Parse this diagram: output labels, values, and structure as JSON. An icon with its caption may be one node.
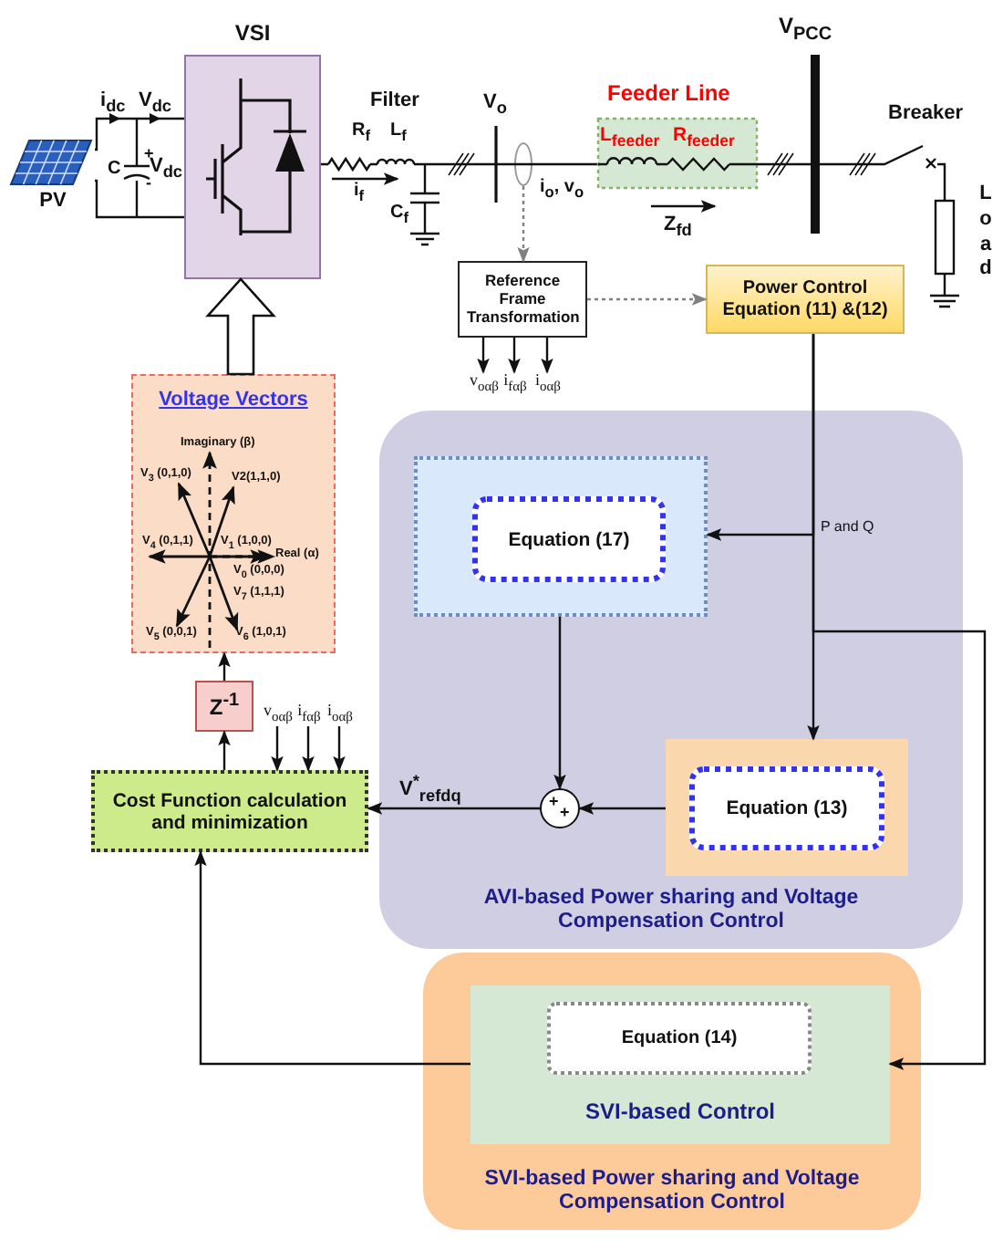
{
  "diagram": {
    "nodes": [
      {
        "text": [
          "PV"
        ]
      },
      {
        "text": [
          "VSI"
        ]
      },
      {
        "text": [
          "Reference Frame Transformation"
        ]
      },
      {
        "text": [
          "Power Control Equation (11) &(12)"
        ]
      },
      {
        "text": [
          "Voltage Vectors"
        ]
      },
      {
        "text": [
          "Z$^{-1}$"
        ]
      },
      {
        "text": [
          "Cost Function calculation and minimization"
        ]
      },
      {
        "text": [
          "AVI-based Power sharing and Voltage Compensation Control"
        ]
      },
      {
        "text": [],
        "shape": "box",
        "in": 7
      },
      {
        "text": [
          "Equation (17)"
        ],
        "in": 8
      },
      {
        "text": [
          "+",
          "+"
        ],
        "in": 7
      },
      {
        "text": [],
        "shape": "box",
        "in": 7
      },
      {
        "text": [
          "Equation (13)"
        ],
        "in": 11
      },
      {
        "text": [
          "SVI-based Power sharing and Voltage Compensation Control"
        ]
      },
      {
        "text": [
          "SVI-based Control"
        ],
        "in": 13
      },
      {
        "text": [
          "Equation (14)"
        ],
        "in": 14
      },
      {
        "text": [],
        "shape": "circle"
      },
      {
        "text": [
          "v$_{oαβ}$"
        ]
      },
      {
        "text": [
          "i$_{fαβ}$"
        ]
      },
      {
        "text": [
          "i$_{oαβ}$"
        ]
      },
      {
        "text": [
          "v$_{oαβ}$"
        ]
      },
      {
        "text": [
          "i$_{fαβ}$"
        ]
      },
      {
        "text": [
          "i$_{oαβ}$"
        ]
      }
    ],
    "edges": [
      {
        "from": 16,
        "to": 2,
        "arrow": "to",
        "style": "dashed",
        "color": "#808080"
      },
      {
        "from": 2,
        "to": 3,
        "arrow": "to",
        "style": "dashed",
        "color": "#808080"
      },
      {
        "from": 2,
        "to": 17,
        "arrow": "to"
      },
      {
        "from": 2,
        "to": 18,
        "arrow": "to"
      },
      {
        "from": 2,
        "to": 19,
        "arrow": "to"
      },
      {
        "from": 4,
        "to": 1,
        "arrow": "to",
        "style": "thick"
      },
      {
        "from": 6,
        "to": 5,
        "arrow": "to"
      },
      {
        "from": 5,
        "to": 4,
        "arrow": "to"
      },
      {
        "from": 20,
        "to": 6,
        "arrow": "to"
      },
      {
        "from": 21,
        "to": 6,
        "arrow": "to"
      },
      {
        "from": 22,
        "to": 6,
        "arrow": "to"
      },
      {
        "from": 3,
        "to": 8,
        "arrow": "to",
        "label": "P and Q"
      },
      {
        "from": 3,
        "to": 11,
        "arrow": "to"
      },
      {
        "from": 3,
        "to": 14,
        "arrow": "to"
      },
      {
        "from": 8,
        "to": 10,
        "arrow": "to"
      },
      {
        "from": 11,
        "to": 10,
        "arrow": "to"
      },
      {
        "from": 10,
        "to": 6,
        "arrow": "to",
        "label": "V$^{*}$$_{refdq}$"
      },
      {
        "from": 14,
        "to": 6,
        "arrow": "to"
      },
      {
        "from": 0,
        "to": 1,
        "arrow": "to"
      },
      {
        "from": 0,
        "to": 1,
        "arrow": "none"
      }
    ],
    "labels": [
      "i$_{dc}$",
      "V$_{dc}$",
      "Filter",
      "V$_{o}$",
      "Feeder Line",
      "V$_{PCC}$",
      "Breaker",
      "R$_{f}$",
      "L$_{f}$",
      "L$_{feeder}$",
      "R$_{feeder}$",
      "C",
      "+",
      "V$_{dc}$",
      "-",
      "i$_{f}$",
      "C$_{f}$",
      "i$_{o}$, v$_{o}$",
      "Z$_{fd}$",
      "Load",
      "Imaginary (β)",
      "V$_{3}$ (0,1,0)",
      "V2(1,1,0)",
      "V$_{4}$ (0,1,1)",
      "V$_{1}$ (1,0,0)",
      "Real (α)",
      "V$_{0}$ (0,0,0)",
      "V$_{7}$ (1,1,1)",
      "V$_{5}$ (0,0,1)",
      "V$_{6}$ (1,0,1)"
    ]
  }
}
